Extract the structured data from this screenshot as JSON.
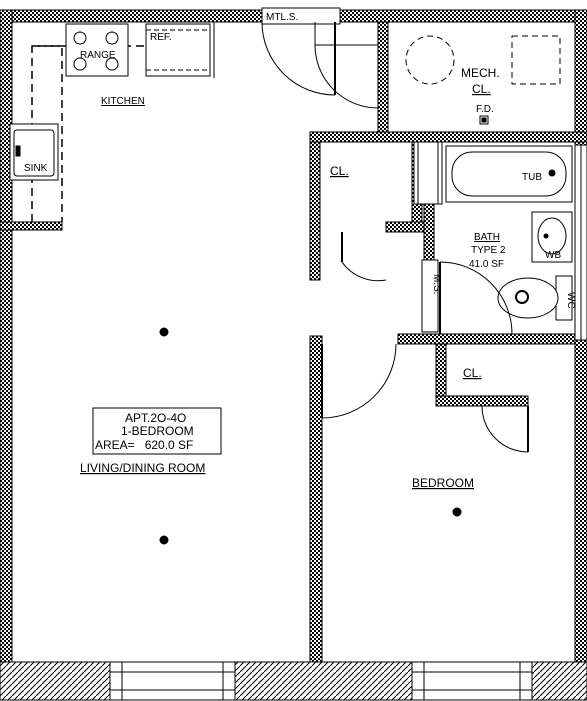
{
  "rooms": {
    "kitchen": "KITCHEN",
    "range": "RANGE",
    "refrigerator": "REF.",
    "sink": "SINK",
    "metal_shelves": "MTL.S.",
    "mech_closet_line1": "MECH.",
    "mech_closet_line2": "CL.",
    "floor_drain": "F.D.",
    "closet_hall": "CL.",
    "closet_bedroom": "CL.",
    "tub": "TUB",
    "bath_line1": "BATH",
    "bath_line2": "TYPE 2",
    "bath_area": "41.0 SF",
    "wash_basin": "WB",
    "water_closet": "WC",
    "medicine_storage": "M.S.",
    "living": "LIVING/DINING ROOM",
    "bedroom": "BEDROOM"
  },
  "unit_box": {
    "apt": "APT.2O-4O",
    "type": "1-BEDROOM",
    "area": "AREA=   620.0 SF"
  },
  "colors": {
    "line": "#000000",
    "background": "#ffffff"
  }
}
